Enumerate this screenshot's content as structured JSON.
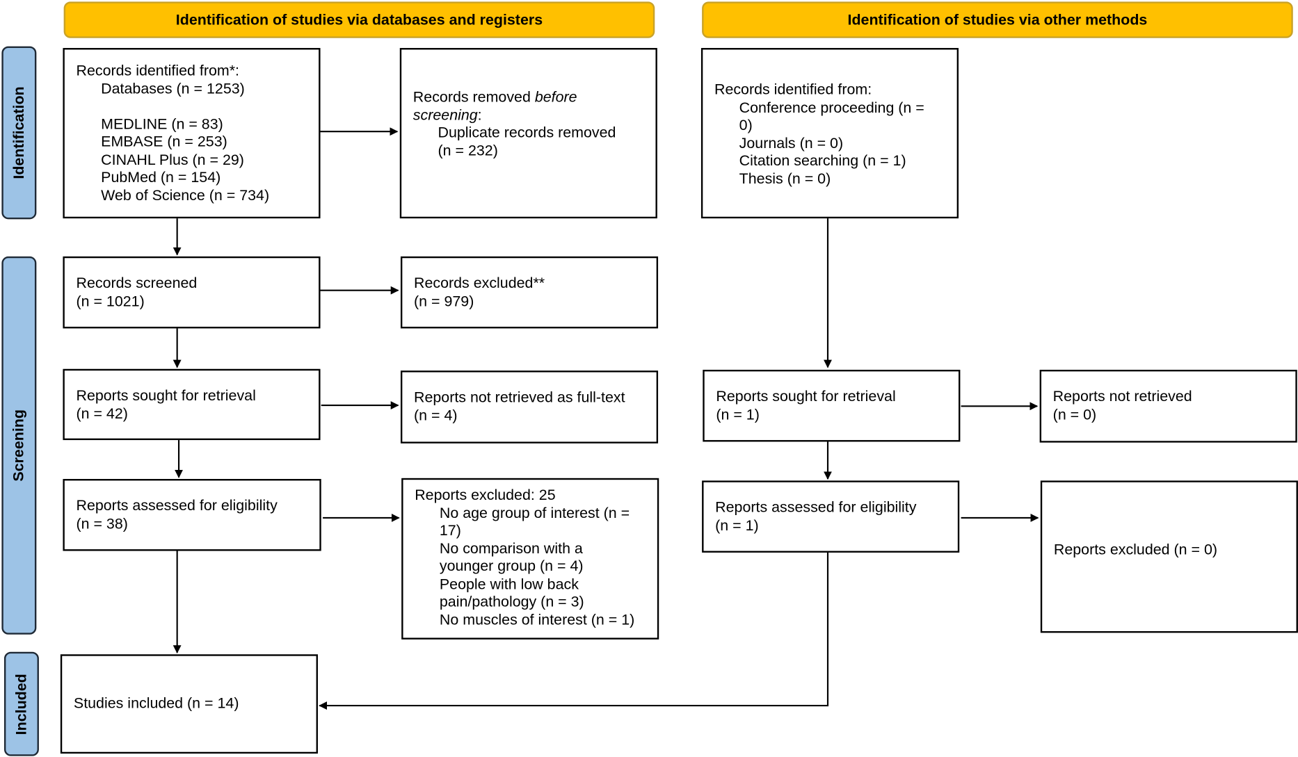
{
  "headers": {
    "databases": "Identification of studies via databases and registers",
    "other": "Identification of studies via other methods"
  },
  "phases": {
    "identification": "Identification",
    "screening": "Screening",
    "included": "Included"
  },
  "colors": {
    "header": "#FFC000",
    "phase": "#9DC3E6"
  },
  "databases": {
    "identified": {
      "title": "Records identified from*:",
      "total": "Databases (n = 1253)",
      "sources": [
        "MEDLINE (n = 83)",
        "EMBASE (n = 253)",
        "CINAHL Plus (n = 29)",
        "PubMed (n = 154)",
        "Web of Science (n = 734)"
      ]
    },
    "removed": {
      "title_a": "Records removed ",
      "title_b": "before",
      "title_c": "screening",
      "title_d": ":",
      "line1": "Duplicate records removed",
      "line2": "(n = 232)"
    },
    "screened": {
      "title": "Records screened",
      "n": "(n = 1021)"
    },
    "excluded": {
      "title": "Records excluded**",
      "n": "(n = 979)"
    },
    "sought": {
      "title": "Reports sought for retrieval",
      "n": "(n = 42)"
    },
    "not_retrieved": {
      "title": "Reports not retrieved as full-text",
      "n": "(n = 4)"
    },
    "assessed": {
      "title": "Reports assessed for eligibility",
      "n": "(n = 38)"
    },
    "reports_excluded": {
      "title": "Reports excluded: 25",
      "reasons": [
        "No age group of interest (n =",
        "17)",
        "No comparison with a",
        "younger group (n = 4)",
        "People with low back",
        "pain/pathology (n = 3)",
        "No muscles of interest (n = 1)"
      ]
    },
    "included": {
      "title": "Studies included (n = 14)"
    }
  },
  "other": {
    "identified": {
      "title": "Records identified from:",
      "lines": [
        "Conference proceeding (n =",
        "0)",
        "Journals (n = 0)",
        "Citation searching (n = 1)",
        "Thesis (n = 0)"
      ]
    },
    "sought": {
      "title": "Reports sought for retrieval",
      "n": "(n = 1)"
    },
    "not_retrieved": {
      "title": "Reports not retrieved",
      "n": "(n = 0)"
    },
    "assessed": {
      "title": "Reports assessed for eligibility",
      "n": "(n = 1)"
    },
    "reports_excluded": {
      "title": "Reports excluded (n = 0)"
    }
  }
}
